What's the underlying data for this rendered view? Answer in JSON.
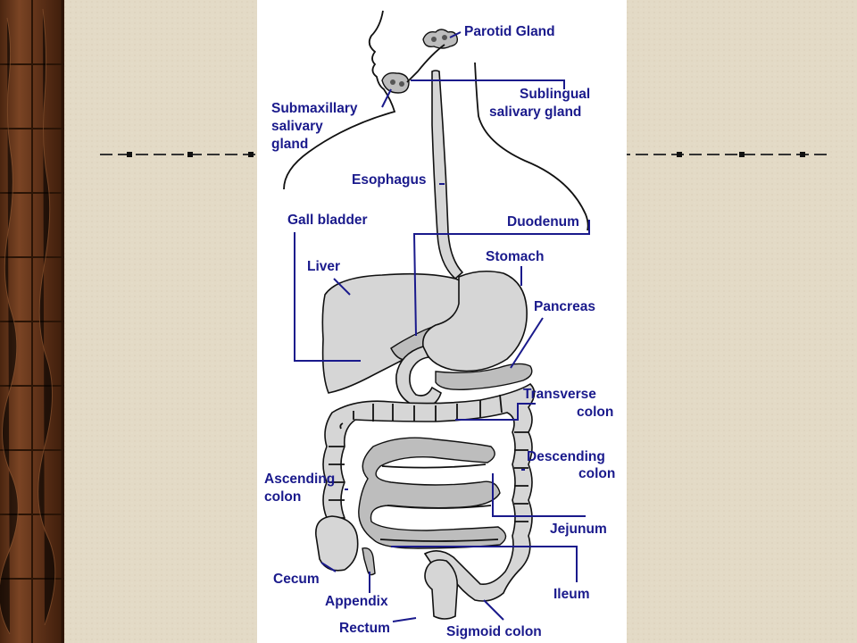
{
  "labels": {
    "parotid": "Parotid Gland",
    "submax1": "Submaxillary",
    "submax2": "salivary",
    "submax3": "gland",
    "sublingual1": "Sublingual",
    "sublingual2": "salivary gland",
    "esophagus": "Esophagus",
    "gallbladder": "Gall bladder",
    "duodenum": "Duodenum",
    "liver": "Liver",
    "stomach": "Stomach",
    "pancreas": "Pancreas",
    "transverse1": "Transverse",
    "transverse2": "colon",
    "descending1": "Descending",
    "descending2": "colon",
    "ascending1": "Ascending",
    "ascending2": "colon",
    "jejunum": "Jejunum",
    "cecum": "Cecum",
    "appendix": "Appendix",
    "ileum": "Ileum",
    "rectum": "Rectum",
    "sigmoid": "Sigmoid colon"
  },
  "colors": {
    "label": "#1a1a8c",
    "background": "#e3dac6",
    "wood": "#6b3b1c"
  }
}
